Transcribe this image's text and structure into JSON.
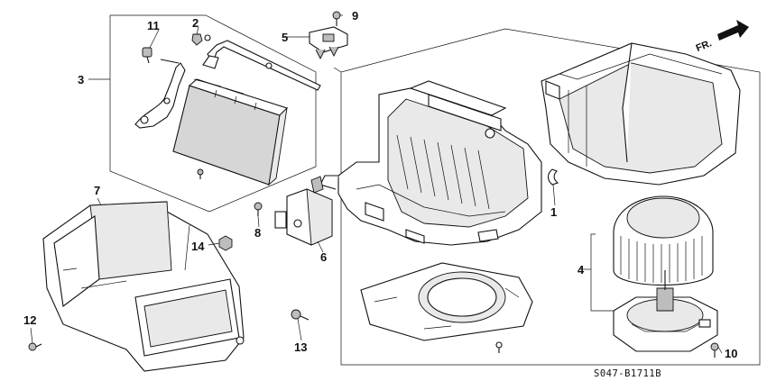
{
  "diagram": {
    "catalog_code": "S047-B1711B",
    "direction_label": "FR.",
    "callouts": [
      {
        "id": "c1",
        "label": "1"
      },
      {
        "id": "c2",
        "label": "2"
      },
      {
        "id": "c3",
        "label": "3"
      },
      {
        "id": "c4",
        "label": "4"
      },
      {
        "id": "c5",
        "label": "5"
      },
      {
        "id": "c6",
        "label": "6"
      },
      {
        "id": "c7",
        "label": "7"
      },
      {
        "id": "c8",
        "label": "8"
      },
      {
        "id": "c9",
        "label": "9"
      },
      {
        "id": "c10",
        "label": "10"
      },
      {
        "id": "c11",
        "label": "11"
      },
      {
        "id": "c12",
        "label": "12"
      },
      {
        "id": "c13",
        "label": "13"
      },
      {
        "id": "c14",
        "label": "14"
      }
    ]
  }
}
